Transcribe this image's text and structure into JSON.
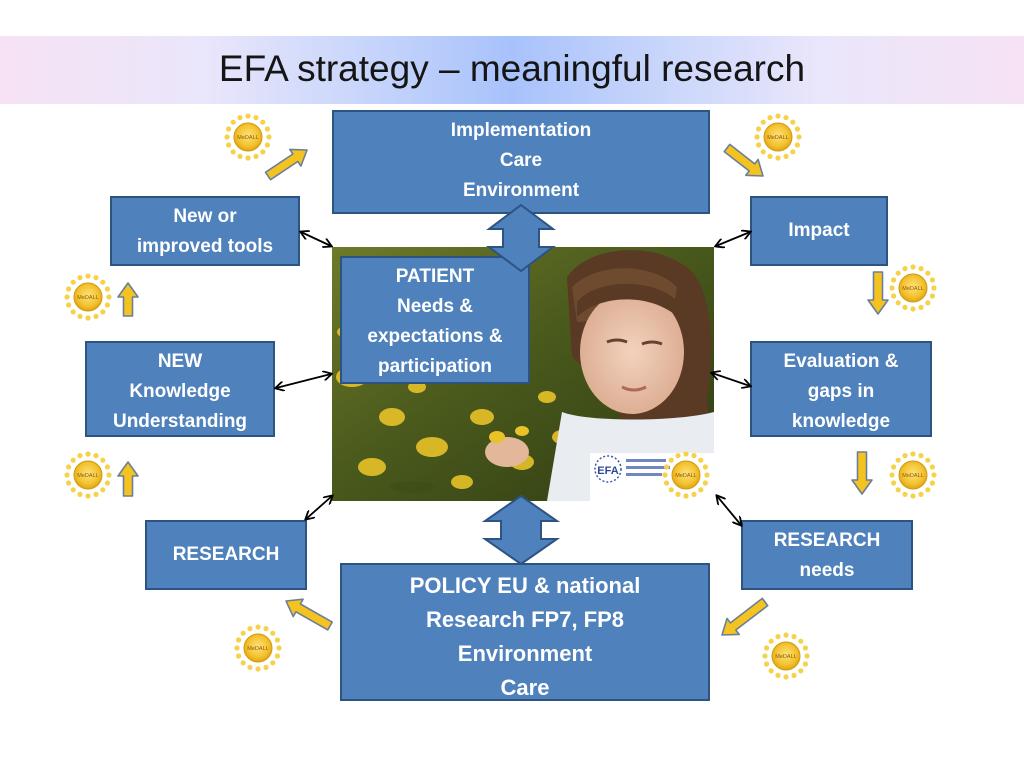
{
  "title": "EFA strategy – meaningful research",
  "boxes": {
    "implementation": [
      "Implementation",
      "Care",
      "Environment"
    ],
    "tools": [
      "New or",
      "improved tools"
    ],
    "impact": [
      "Impact"
    ],
    "patient": [
      "PATIENT",
      "Needs &",
      "expectations &",
      "participation"
    ],
    "knowledge": [
      "NEW",
      "Knowledge",
      "Understanding"
    ],
    "evaluation": [
      "Evaluation &",
      "gaps in",
      "knowledge"
    ],
    "research": [
      "RESEARCH"
    ],
    "research_needs": [
      "RESEARCH",
      "needs"
    ],
    "policy": [
      "POLICY EU & national",
      "Research FP7, FP8",
      "Environment",
      "Care"
    ]
  },
  "sun_label": "MeDALL",
  "efa_logo_text": "EFA",
  "colors": {
    "box_fill": "#4f81bd",
    "box_border": "#2d5480",
    "arrow_yellow": "#f4c31f"
  }
}
